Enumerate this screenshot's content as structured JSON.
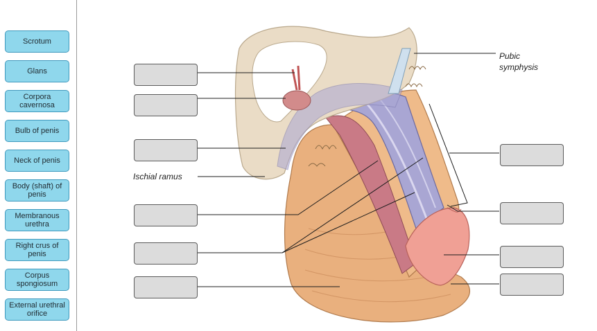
{
  "word_bank": {
    "items": [
      {
        "label": "Scrotum"
      },
      {
        "label": "Glans"
      },
      {
        "label": "Corpora cavernosa"
      },
      {
        "label": "Bulb of penis"
      },
      {
        "label": "Neck of penis"
      },
      {
        "label": "Body (shaft) of penis"
      },
      {
        "label": "Membranous urethra"
      },
      {
        "label": "Right crus of penis"
      },
      {
        "label": "Corpus spongiosum"
      },
      {
        "label": "External urethral orifice"
      }
    ]
  },
  "figure": {
    "labels": {
      "pubic_symphysis_line1": "Pubic",
      "pubic_symphysis_line2": "symphysis",
      "ischial_ramus": "Ischial ramus"
    }
  },
  "colors": {
    "term_fill": "#8fd7ec",
    "term_border": "#3f99bd",
    "dropbox_fill": "#dcdcdc",
    "bone": "#eadcc6",
    "skin": "#e9b07e",
    "cavernosa": "#a9a6d3",
    "spongiosum": "#c97a86",
    "glans": "#f0a095"
  }
}
